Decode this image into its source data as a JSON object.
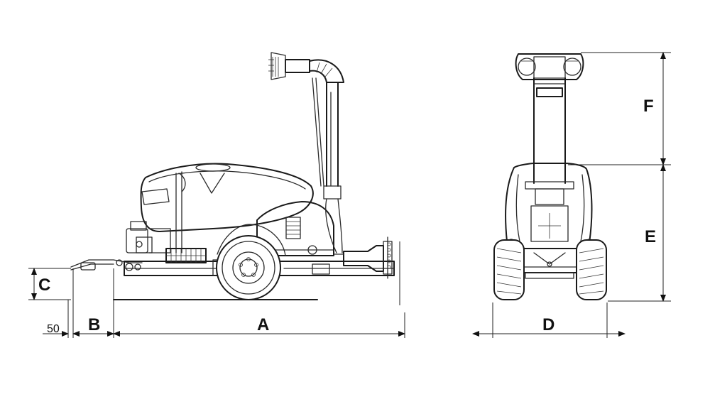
{
  "dimension_labels": {
    "a": "A",
    "b": "B",
    "c": "C",
    "d": "D",
    "e": "E",
    "f": "F",
    "offset": "50"
  },
  "colors": {
    "line": "#1a1a1a",
    "background": "#ffffff"
  }
}
